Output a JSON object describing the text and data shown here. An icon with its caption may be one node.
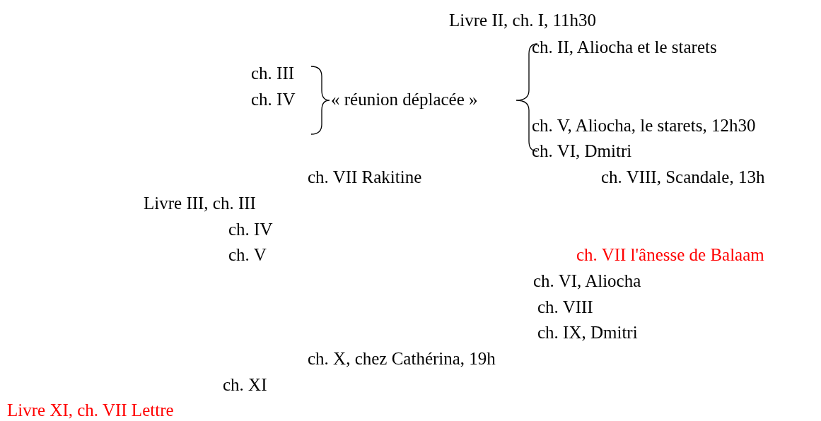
{
  "diagram": {
    "labels": [
      "Livre II, ch. I, 11h30",
      "ch. II, Aliocha et le starets",
      "ch. III",
      "ch. IV",
      "« réunion déplacée »",
      "ch. V, Aliocha, le starets, 12h30",
      "ch. VI, Dmitri",
      "ch. VII Rakitine",
      "ch. VIII, Scandale, 13h",
      "Livre III, ch. III",
      "ch. IV",
      "ch. V",
      "ch. VII l'ânesse de Balaam",
      "ch. VI, Aliocha",
      "ch. VIII",
      "ch. IX, Dmitri",
      "ch. X, chez Cathérina, 19h",
      "ch. XI",
      "Livre XI, ch. VII Lettre"
    ]
  }
}
